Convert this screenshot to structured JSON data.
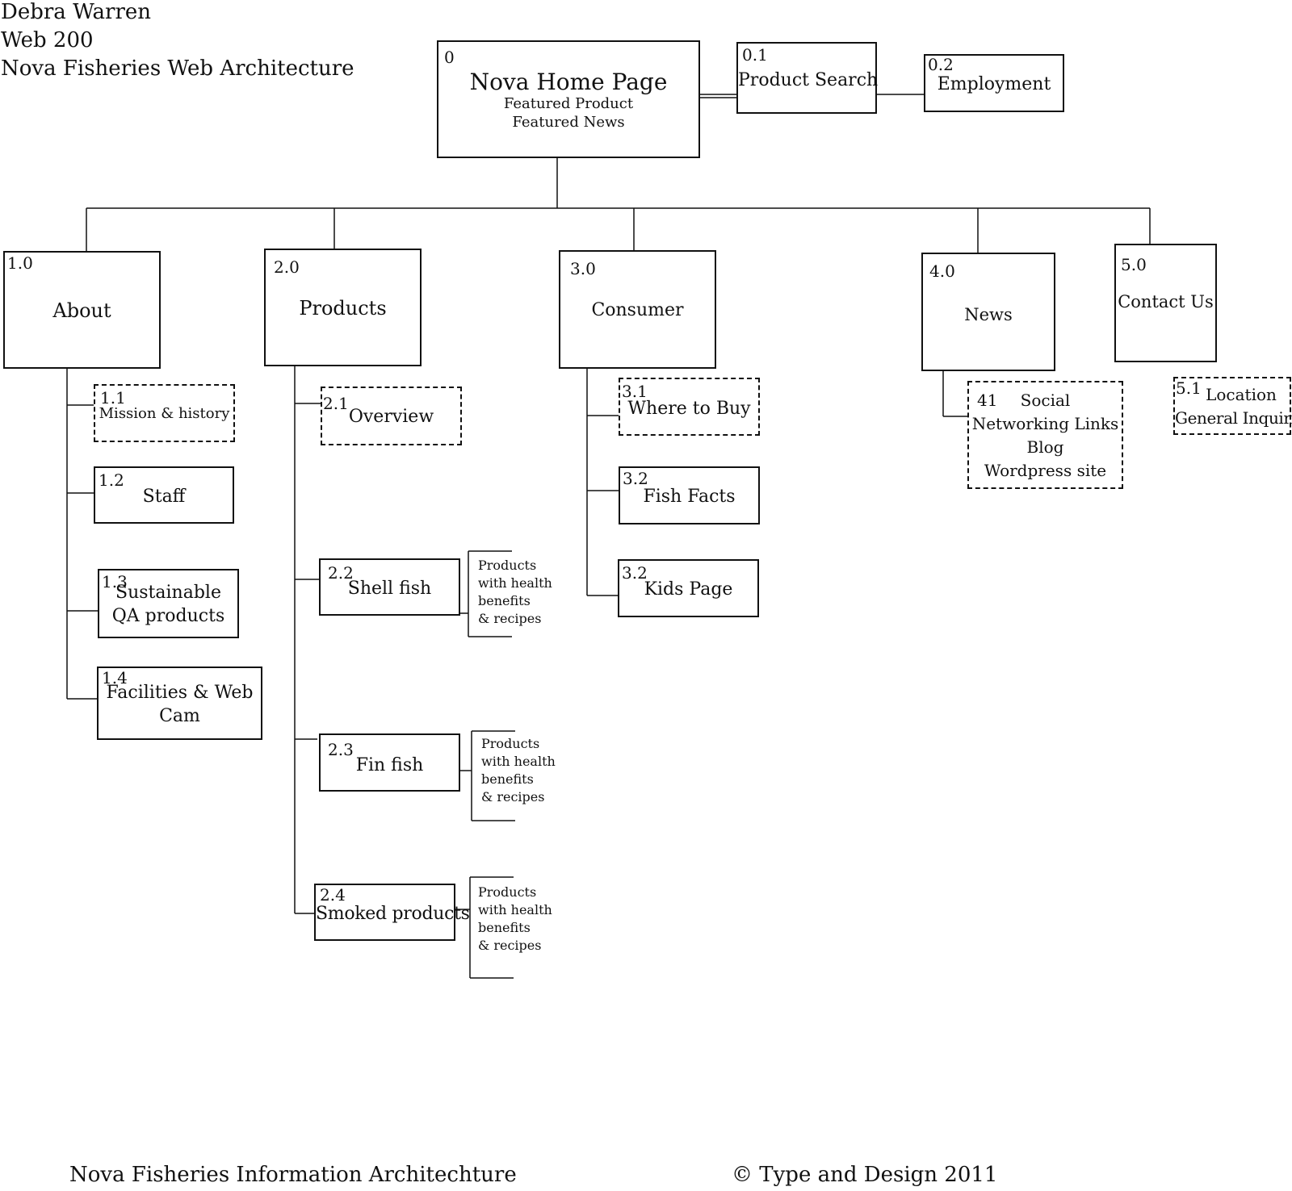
{
  "header": {
    "author": "Debra Warren",
    "course": "Web 200",
    "title": "Nova Fisheries Web Architecture"
  },
  "home": {
    "number": "0",
    "title": "Nova Home Page",
    "line1": "Featured Product",
    "line2": "Featured News"
  },
  "product_search": {
    "number": "0.1",
    "label": "Product Search"
  },
  "employment": {
    "number": "0.2",
    "label": "Employment"
  },
  "about": {
    "number": "1.0",
    "label": "About",
    "children": {
      "mission": {
        "number": "1.1",
        "label": "Mission & history"
      },
      "staff": {
        "number": "1.2",
        "label": "Staff"
      },
      "sustainable": {
        "number": "1.3",
        "line1": "Sustainable",
        "line2": "QA products"
      },
      "facilities": {
        "number": "1.4",
        "line1": "Facilities & Web",
        "line2": "Cam"
      }
    }
  },
  "products": {
    "number": "2.0",
    "label": "Products",
    "children": {
      "overview": {
        "number": "2.1",
        "label": "Overview"
      },
      "shellfish": {
        "number": "2.2",
        "label": "Shell fish"
      },
      "finfish": {
        "number": "2.3",
        "label": "Fin fish"
      },
      "smoked": {
        "number": "2.4",
        "label": "Smoked products"
      }
    },
    "note": {
      "line1": "Products",
      "line2": "with health",
      "line3": "benefits",
      "line4": "& recipes"
    }
  },
  "consumer": {
    "number": "3.0",
    "label": "Consumer",
    "children": {
      "where_to_buy": {
        "number": "3.1",
        "label": "Where to Buy"
      },
      "fish_facts": {
        "number": "3.2",
        "label": "Fish Facts"
      },
      "kids_page": {
        "number": "3.2",
        "label": "Kids Page"
      }
    }
  },
  "news": {
    "number": "4.0",
    "label": "News",
    "child": {
      "number": "41",
      "line1": "Social",
      "line2": "Networking Links",
      "line3": "Blog",
      "line4": "Wordpress site"
    }
  },
  "contact": {
    "number": "5.0",
    "label": "Contact Us",
    "child": {
      "number": "5.1",
      "line1": "Location",
      "line2": "General Inquiries"
    }
  },
  "footer": {
    "left": "Nova Fisheries Information Architechture",
    "right": "© Type and Design 2011"
  }
}
